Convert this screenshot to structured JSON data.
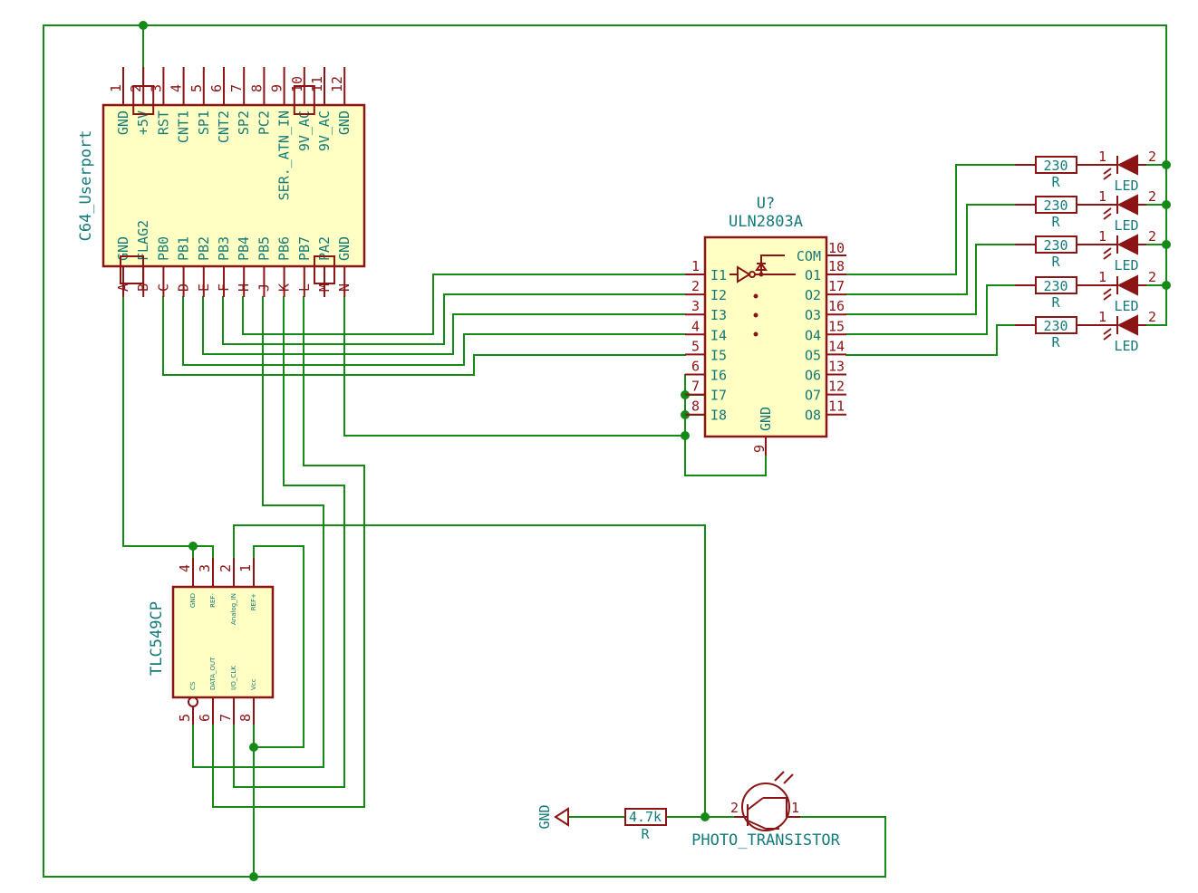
{
  "c64": {
    "name": "C64_Userport",
    "top_pins": [
      {
        "num": "1",
        "label": "GND"
      },
      {
        "num": "2",
        "label": "+5V"
      },
      {
        "num": "3",
        "label": "RST"
      },
      {
        "num": "4",
        "label": "CNT1"
      },
      {
        "num": "5",
        "label": "SP1"
      },
      {
        "num": "6",
        "label": "CNT2"
      },
      {
        "num": "7",
        "label": "SP2"
      },
      {
        "num": "8",
        "label": "PC2"
      },
      {
        "num": "9",
        "label": "SER._ATN_IN"
      },
      {
        "num": "10",
        "label": "9V_AC"
      },
      {
        "num": "11",
        "label": "9V_AC"
      },
      {
        "num": "12",
        "label": "GND"
      }
    ],
    "bottom_pins": [
      {
        "num": "A",
        "label": "GND"
      },
      {
        "num": "B",
        "label": "FLAG2"
      },
      {
        "num": "C",
        "label": "PB0"
      },
      {
        "num": "D",
        "label": "PB1"
      },
      {
        "num": "E",
        "label": "PB2"
      },
      {
        "num": "F",
        "label": "PB3"
      },
      {
        "num": "H",
        "label": "PB4"
      },
      {
        "num": "J",
        "label": "PB5"
      },
      {
        "num": "K",
        "label": "PB6"
      },
      {
        "num": "L",
        "label": "PB7"
      },
      {
        "num": "M",
        "label": "PA2"
      },
      {
        "num": "N",
        "label": "GND"
      }
    ]
  },
  "uln": {
    "ref": "U?",
    "value": "ULN2803A",
    "com_label": "COM",
    "com_num": "10",
    "gnd_label": "GND",
    "gnd_num": "9",
    "inputs": [
      {
        "num": "1",
        "label": "I1"
      },
      {
        "num": "2",
        "label": "I2"
      },
      {
        "num": "3",
        "label": "I3"
      },
      {
        "num": "4",
        "label": "I4"
      },
      {
        "num": "5",
        "label": "I5"
      },
      {
        "num": "6",
        "label": "I6"
      },
      {
        "num": "7",
        "label": "I7"
      },
      {
        "num": "8",
        "label": "I8"
      }
    ],
    "outputs": [
      {
        "num": "18",
        "label": "O1"
      },
      {
        "num": "17",
        "label": "O2"
      },
      {
        "num": "16",
        "label": "O3"
      },
      {
        "num": "15",
        "label": "O4"
      },
      {
        "num": "14",
        "label": "O5"
      },
      {
        "num": "13",
        "label": "O6"
      },
      {
        "num": "12",
        "label": "O7"
      },
      {
        "num": "11",
        "label": "O8"
      }
    ]
  },
  "resistors": [
    {
      "value": "230",
      "ref": "R"
    },
    {
      "value": "230",
      "ref": "R"
    },
    {
      "value": "230",
      "ref": "R"
    },
    {
      "value": "230",
      "ref": "R"
    },
    {
      "value": "230",
      "ref": "R"
    }
  ],
  "leds": [
    {
      "ref": "LED",
      "pin1": "1",
      "pin2": "2"
    },
    {
      "ref": "LED",
      "pin1": "1",
      "pin2": "2"
    },
    {
      "ref": "LED",
      "pin1": "1",
      "pin2": "2"
    },
    {
      "ref": "LED",
      "pin1": "1",
      "pin2": "2"
    },
    {
      "ref": "LED",
      "pin1": "1",
      "pin2": "2"
    }
  ],
  "adc": {
    "name": "TLC549CP",
    "top_pins": [
      {
        "num": "4",
        "label": "GND"
      },
      {
        "num": "3",
        "label": "REF-"
      },
      {
        "num": "2",
        "label": "Analog_IN"
      },
      {
        "num": "1",
        "label": "REF+"
      }
    ],
    "bottom_pins": [
      {
        "num": "5",
        "label": "CS"
      },
      {
        "num": "6",
        "label": "DATA_OUT"
      },
      {
        "num": "7",
        "label": "I/O_CLK"
      },
      {
        "num": "8",
        "label": "Vcc"
      }
    ]
  },
  "r47": {
    "value": "4.7k",
    "ref": "R"
  },
  "gnd_symbol": {
    "label": "GND"
  },
  "photo": {
    "name": "PHOTO_TRANSISTOR",
    "pin_left": "2",
    "pin_right": "1"
  }
}
